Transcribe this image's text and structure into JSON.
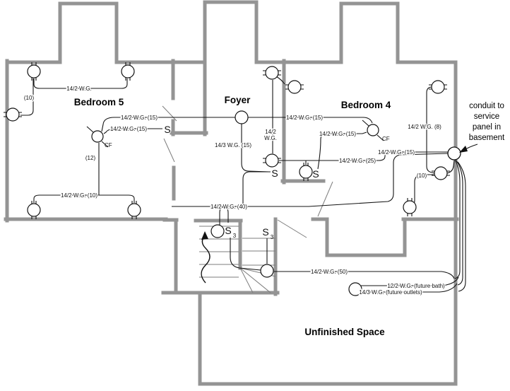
{
  "rooms": {
    "bedroom5": "Bedroom 5",
    "foyer": "Foyer",
    "bedroom4": "Bedroom 4",
    "unfinished": "Unfinished Space"
  },
  "note": {
    "lines": [
      "conduit to",
      "service",
      "panel in",
      "basement"
    ]
  },
  "labels": [
    {
      "text": "14/2 W.G."
    },
    {
      "text": "(10)"
    },
    {
      "text": "14/2 W.G. (15)"
    },
    {
      "text": "14/2 W.G. (15)"
    },
    {
      "text": "(12)"
    },
    {
      "text": "14/2 W.G. (10)"
    },
    {
      "text": "14/2 W.G. (15)"
    },
    {
      "text": "14/2"
    },
    {
      "text": "W.G."
    },
    {
      "text": "14/3 W.G. (15)"
    },
    {
      "text": "14/2 W.G. (15)"
    },
    {
      "text": "14/2 W.G. (8)"
    },
    {
      "text": "14/2 W.G. (15)"
    },
    {
      "text": "14/2 W.G. (25)"
    },
    {
      "text": "(10)"
    },
    {
      "text": "14/2 W.G. (40)"
    },
    {
      "text": "14/2 W.G. (50)"
    },
    {
      "text": "12/2 W.G. (future bath)"
    },
    {
      "text": "14/3 W.G. (future outlets)"
    }
  ],
  "symbols": {
    "switch": "S",
    "three_way_switch": "S",
    "three_way_sub": "3",
    "ceiling_fan": "CF"
  },
  "colors": {
    "wall": "#949494",
    "wire": "#141414"
  }
}
